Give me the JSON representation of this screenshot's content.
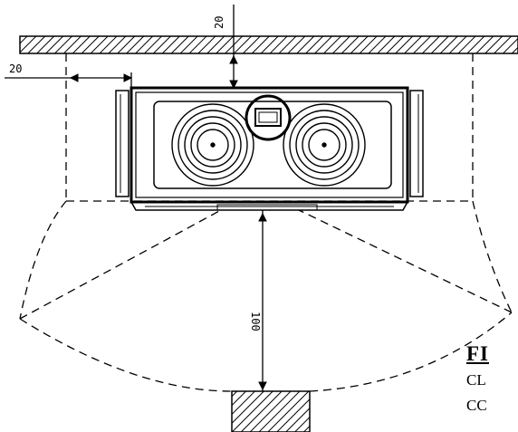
{
  "dimensions": {
    "top_gap": "20",
    "side_gap": "20",
    "front_gap": "100"
  },
  "caption": {
    "title": "FI",
    "line1": "CL",
    "line2": "CC"
  },
  "colors": {
    "line": "#000000",
    "background": "#ffffff"
  }
}
